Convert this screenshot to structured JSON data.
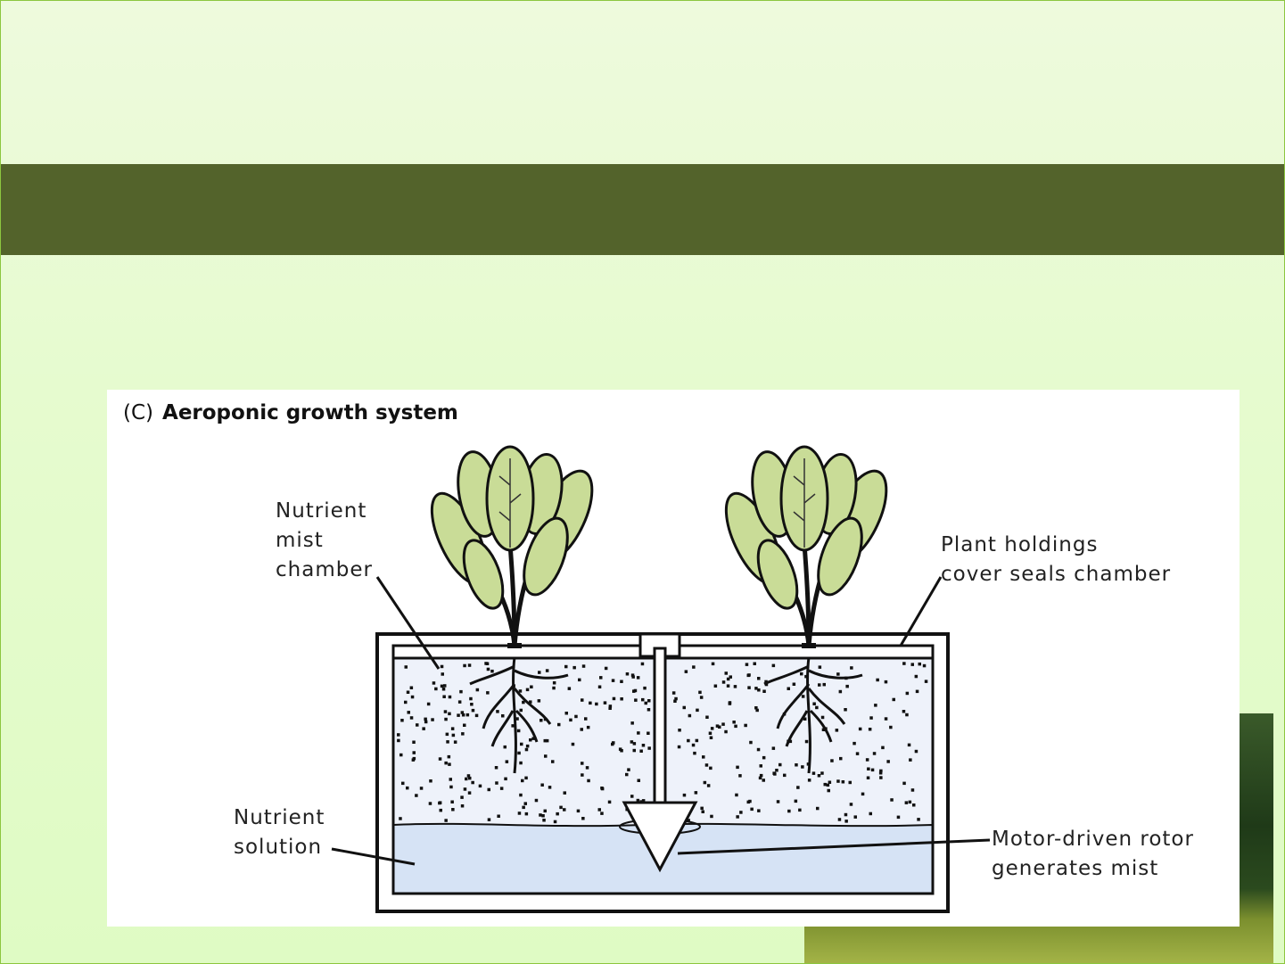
{
  "slide": {
    "figure": {
      "panel_letter": "(C)",
      "title": "Aeroponic growth system",
      "labels": {
        "mist_chamber": [
          "Nutrient",
          "mist",
          "chamber"
        ],
        "cover": [
          "Plant holdings",
          "cover seals chamber"
        ],
        "solution": [
          "Nutrient",
          "solution"
        ],
        "rotor": [
          "Motor-driven rotor",
          "generates mist"
        ]
      }
    },
    "colors": {
      "band": "#53632b",
      "leaf": "#c9dc97",
      "mist": "#eef2fa",
      "water": "#d6e3f5"
    }
  }
}
